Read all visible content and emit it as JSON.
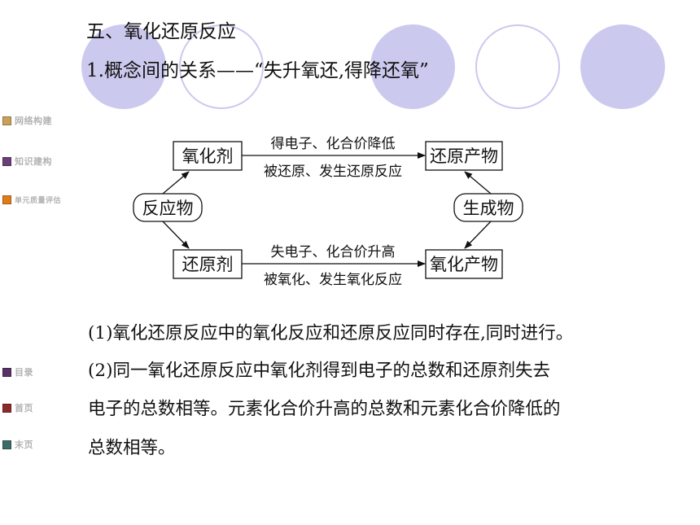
{
  "nav": {
    "items": [
      {
        "label": "网络构建",
        "color": "#c8a05a"
      },
      {
        "label": "知识建构",
        "color": "#6a3f78"
      },
      {
        "label": "单元质量评估",
        "color": "#e07b1c"
      }
    ],
    "bottom": [
      {
        "label": "目录",
        "color": "#5a3068"
      },
      {
        "label": "首页",
        "color": "#8c2a2a"
      },
      {
        "label": "末页",
        "color": "#3d6b66"
      }
    ]
  },
  "heading": {
    "title": "五、氧化还原反应",
    "subtitle": "1.概念间的关系——“失升氧还,得降还氧”"
  },
  "diagram": {
    "oxidant": "氧化剂",
    "reductant": "还原剂",
    "reactants": "反应物",
    "products": "生成物",
    "reduction_product": "还原产物",
    "oxidation_product": "氧化产物",
    "top_label_1": "得电子、化合价降低",
    "top_label_2": "被还原、发生还原反应",
    "bottom_label_1": "失电子、化合价升高",
    "bottom_label_2": "被氧化、发生氧化反应"
  },
  "paragraphs": {
    "p1": "(1)氧化还原反应中的氧化反应和还原反应同时存在,同时进行。",
    "p2_line1": "(2)同一氧化还原反应中氧化剂得到电子的总数和还原剂失去",
    "p2_line2": "电子的总数相等。元素化合价升高的总数和元素化合价降低的",
    "p2_line3": "总数相等。"
  }
}
